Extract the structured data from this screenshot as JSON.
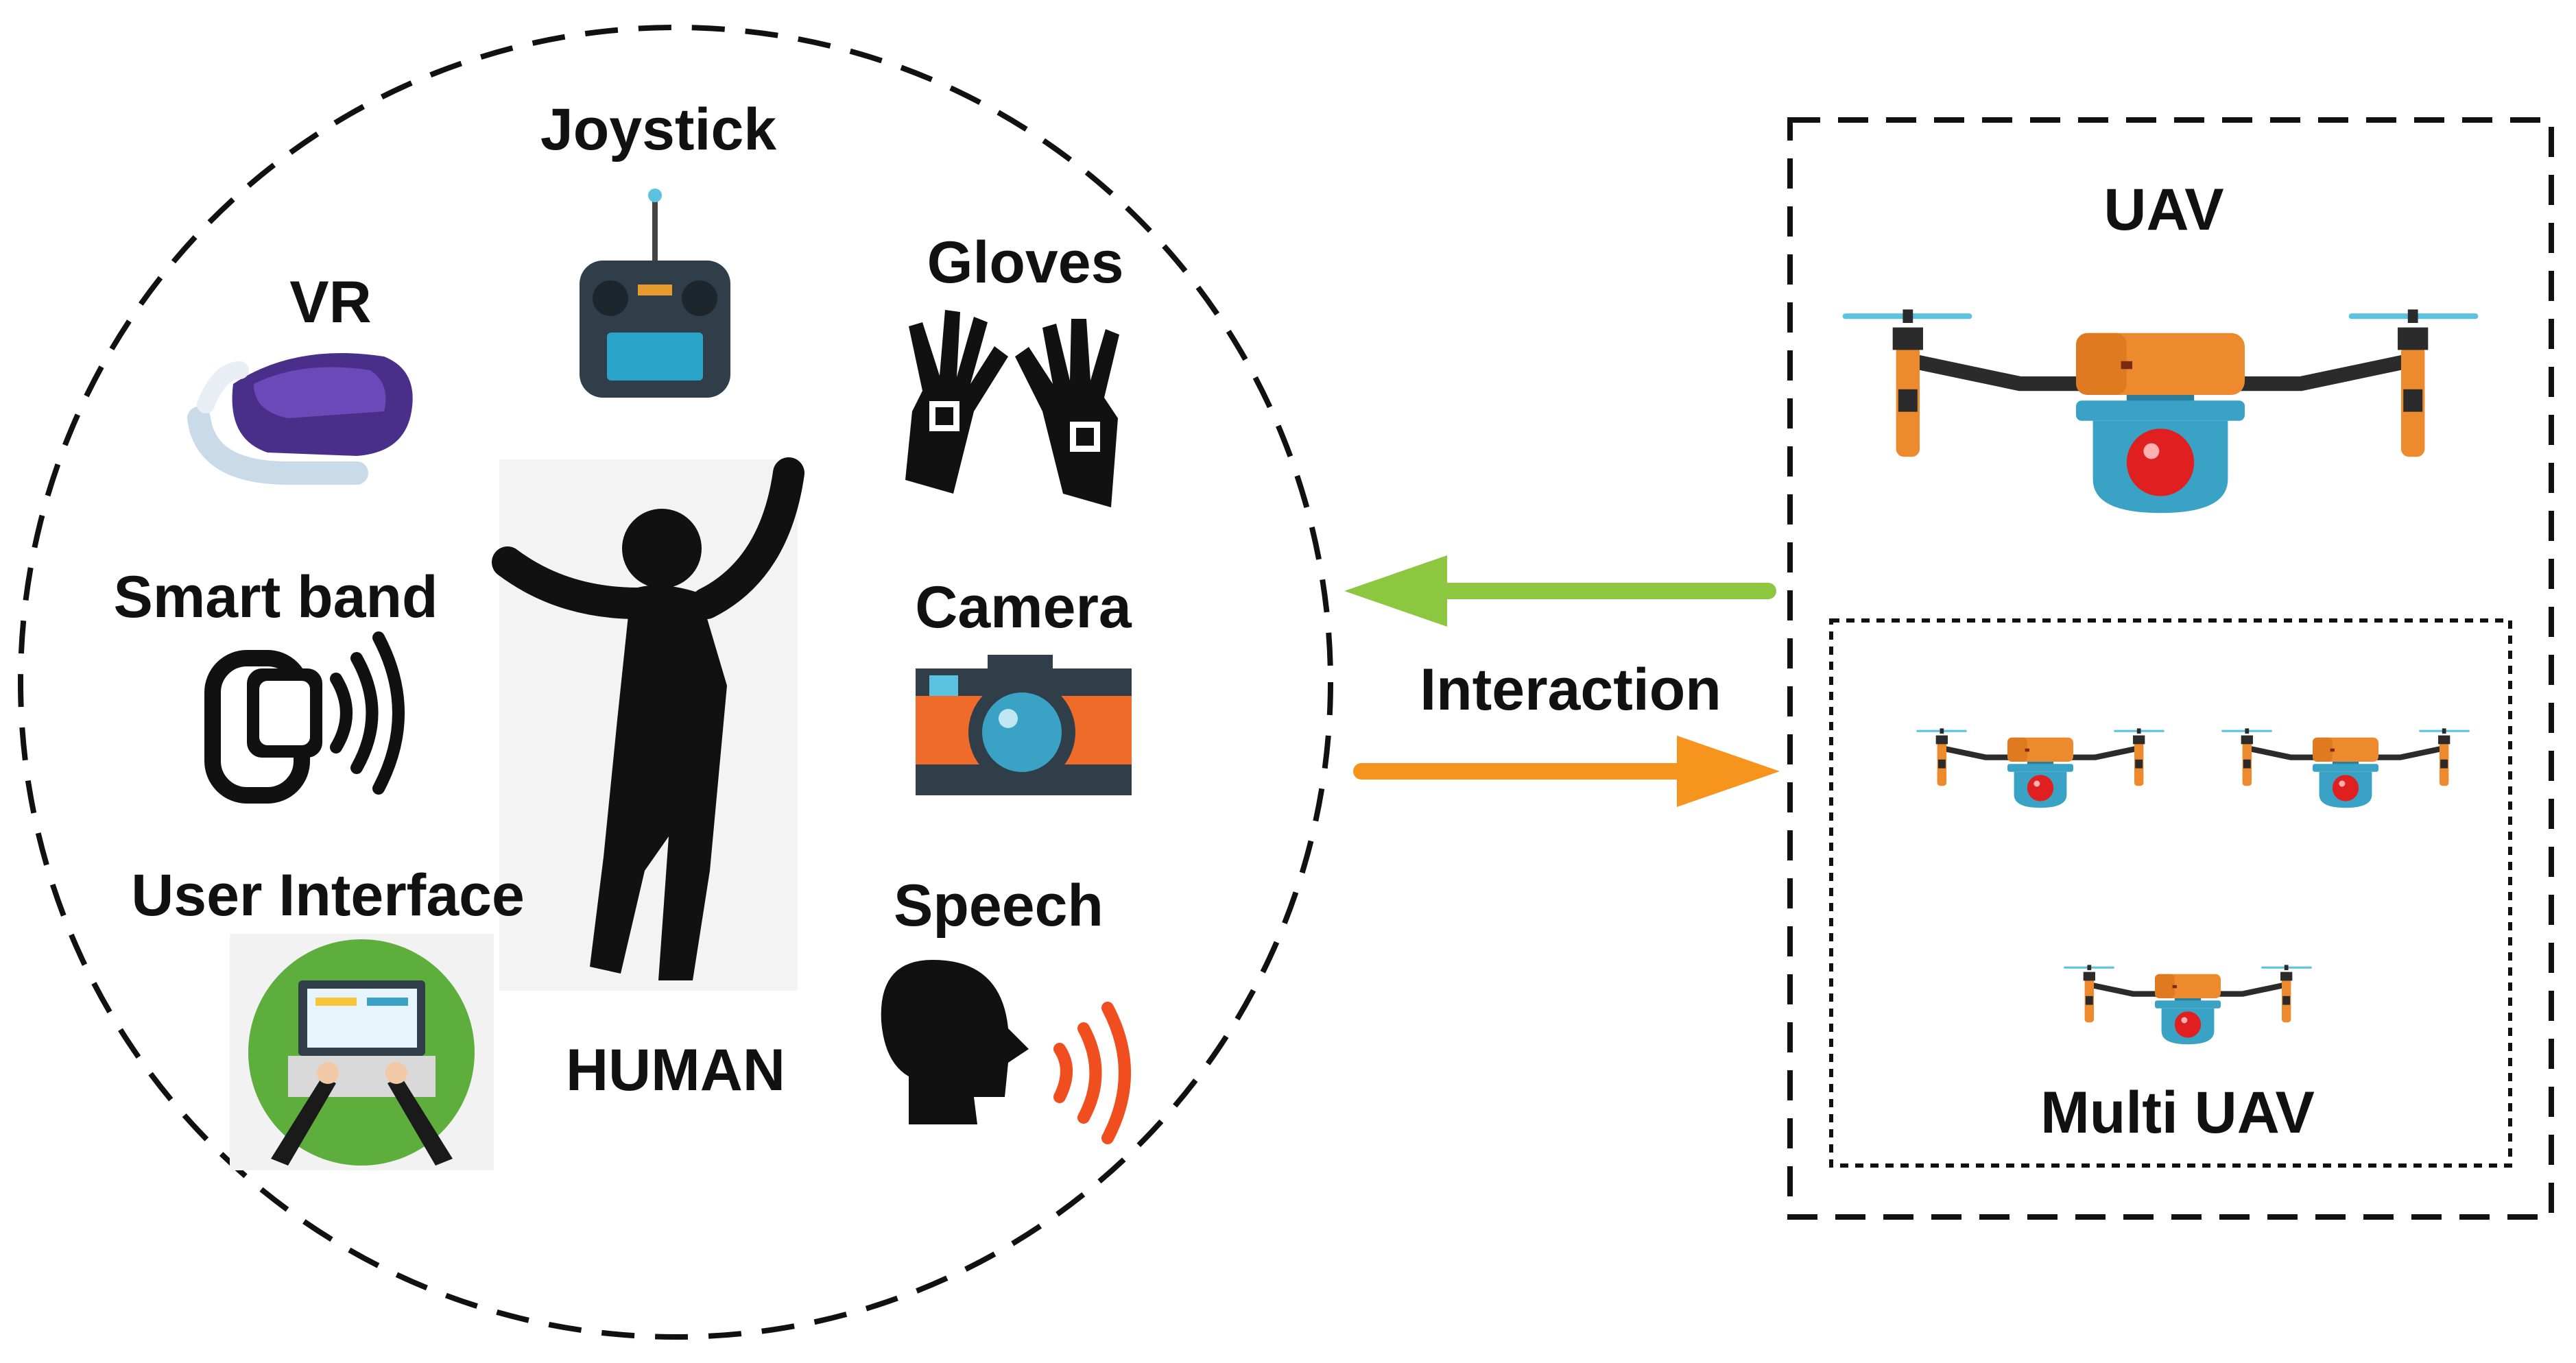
{
  "human_side": {
    "center_label": "HUMAN",
    "devices": {
      "joystick": "Joystick",
      "vr": "VR",
      "gloves": "Gloves",
      "smart_band": "Smart band",
      "camera": "Camera",
      "user_interface": "User Interface",
      "speech": "Speech"
    }
  },
  "interaction": {
    "label": "Interaction",
    "arrow_to_human_color": "#8DC63F",
    "arrow_to_uav_color": "#F7941D"
  },
  "uav_side": {
    "single_label": "UAV",
    "multi_label": "Multi UAV"
  },
  "colors": {
    "drone_body": "#EE8A2E",
    "drone_camera": "#3AA3C5",
    "drone_lens": "#E02020",
    "ui_circle": "#5DAE3C",
    "camera_body": "#EF6B2A"
  }
}
